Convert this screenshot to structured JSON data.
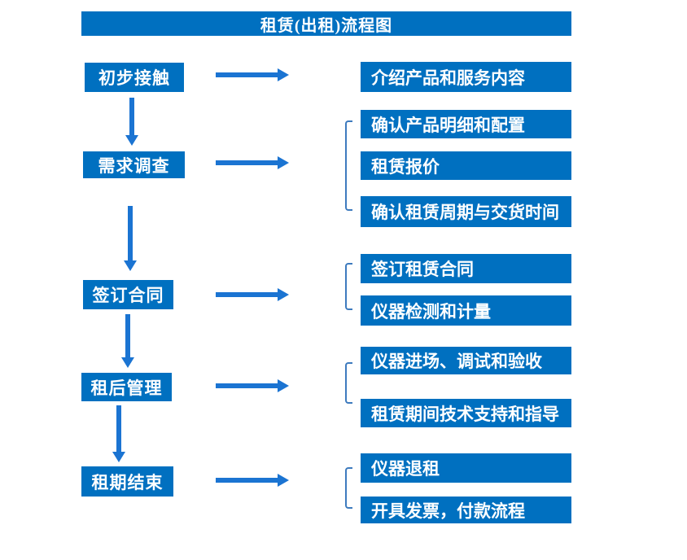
{
  "title": "租赁(出租)流程图",
  "colors": {
    "box_blue": "#0070C0",
    "arrow_blue": "#1B74D2",
    "bracket_blue": "#3E7BBE",
    "text_white": "#FFFFFF"
  },
  "steps": [
    {
      "label": "初步接触",
      "details": [
        "介绍产品和服务内容"
      ]
    },
    {
      "label": "需求调查",
      "details": [
        "确认产品明细和配置",
        "租赁报价",
        "确认租赁周期与交货时间"
      ]
    },
    {
      "label": "签订合同",
      "details": [
        "签订租赁合同",
        "仪器检测和计量"
      ]
    },
    {
      "label": "租后管理",
      "details": [
        "仪器进场、调试和验收",
        "租赁期间技术支持和指导"
      ]
    },
    {
      "label": "租期结束",
      "details": [
        "仪器退租",
        "开具发票，付款流程"
      ]
    }
  ]
}
